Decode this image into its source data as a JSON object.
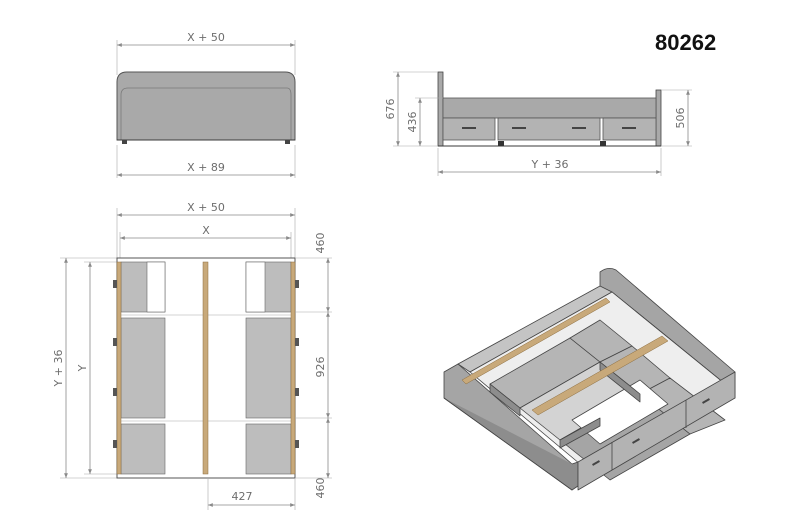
{
  "model_code": "80262",
  "front_view": {
    "top_width": "X + 50",
    "bottom_width": "X + 89"
  },
  "side_view": {
    "total_height": "676",
    "headboard_height": "436",
    "footboard_height": "506",
    "length": "Y + 36"
  },
  "top_view": {
    "outer_width": "X + 50",
    "inner_width": "X",
    "outer_length": "Y + 36",
    "inner_length": "Y",
    "top_section": "460",
    "middle_section": "926",
    "bottom_section": "460",
    "half_width": "427"
  },
  "colors": {
    "panel_fill": "#a9a9a9",
    "panel_dark": "#8d8d8d",
    "wood_slat": "#c8a97a",
    "dimension_line": "#8a8a8a"
  }
}
